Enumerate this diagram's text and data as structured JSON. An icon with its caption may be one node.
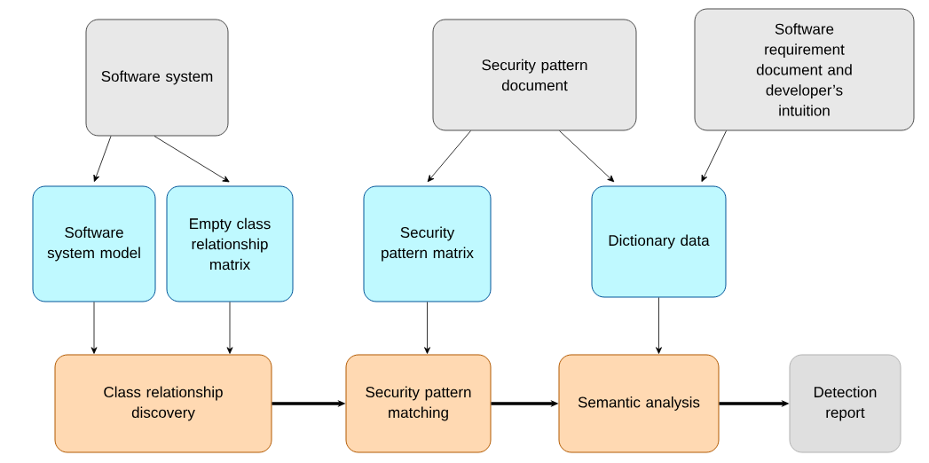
{
  "diagram": {
    "nodes": [
      {
        "text": [
          "Software system"
        ]
      },
      {
        "text": [
          "Security pattern document"
        ]
      },
      {
        "text": [
          "Software requirement document and developer’s intuition"
        ]
      },
      {
        "text": [
          "Software system model"
        ]
      },
      {
        "text": [
          "Empty class relationship matrix"
        ]
      },
      {
        "text": [
          "Security pattern matrix"
        ]
      },
      {
        "text": [
          "Dictionary data"
        ]
      },
      {
        "text": [
          "Class relationship discovery"
        ]
      },
      {
        "text": [
          "Security pattern matching"
        ]
      },
      {
        "text": [
          "Semantic analysis"
        ]
      },
      {
        "text": [
          "Detection report"
        ]
      }
    ],
    "edges": [
      {
        "from": 0,
        "to": 3,
        "arrow": "to"
      },
      {
        "from": 0,
        "to": 4,
        "arrow": "to"
      },
      {
        "from": 1,
        "to": 5,
        "arrow": "to"
      },
      {
        "from": 1,
        "to": 6,
        "arrow": "to"
      },
      {
        "from": 2,
        "to": 6,
        "arrow": "to"
      },
      {
        "from": 3,
        "to": 7,
        "arrow": "to"
      },
      {
        "from": 4,
        "to": 7,
        "arrow": "to"
      },
      {
        "from": 5,
        "to": 8,
        "arrow": "to"
      },
      {
        "from": 6,
        "to": 9,
        "arrow": "to"
      },
      {
        "from": 7,
        "to": 8,
        "arrow": "to",
        "style": "thick"
      },
      {
        "from": 8,
        "to": 9,
        "arrow": "to",
        "style": "thick"
      },
      {
        "from": 9,
        "to": 10,
        "arrow": "to",
        "style": "thick"
      }
    ]
  }
}
